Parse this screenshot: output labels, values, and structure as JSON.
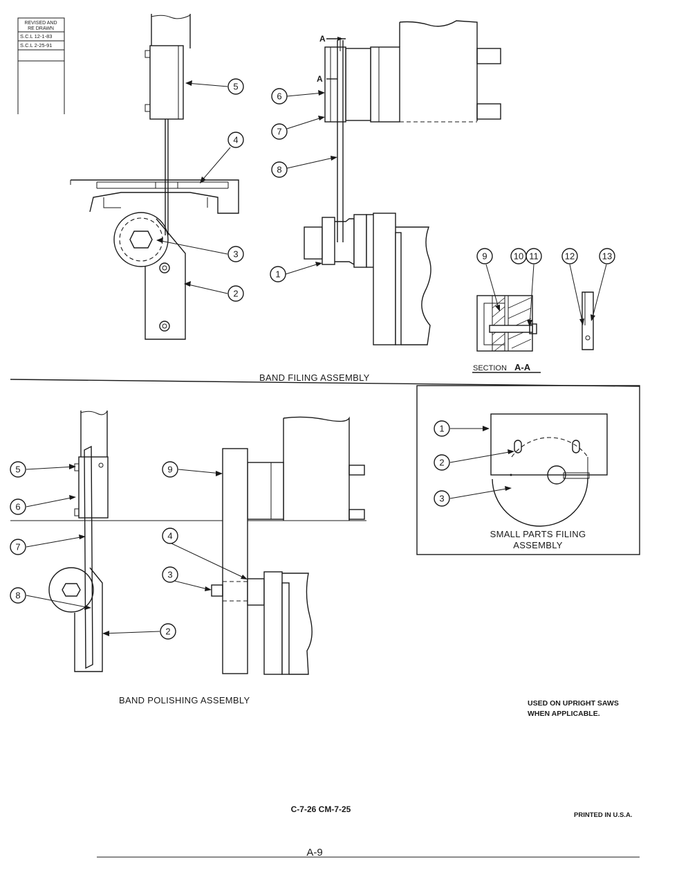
{
  "revision_block": {
    "line1": "REVISED AND",
    "line2": "RE DRAWN",
    "line3": "S.C.L 12-1-83",
    "line4": "S.C.L 2-25-91"
  },
  "band_filing": {
    "title": "BAND FILING ASSEMBLY",
    "section_label": "SECTION",
    "section_letters": "A-A",
    "cut_mark_top": "A",
    "cut_mark_bottom": "A",
    "callouts": [
      "1",
      "2",
      "3",
      "4",
      "5",
      "6",
      "7",
      "8",
      "9",
      "10",
      "11",
      "12",
      "13"
    ]
  },
  "band_polishing": {
    "title": "BAND POLISHING ASSEMBLY",
    "callouts": [
      "2",
      "3",
      "4",
      "5",
      "6",
      "7",
      "8",
      "9"
    ]
  },
  "small_parts": {
    "title_line1": "SMALL PARTS FILING",
    "title_line2": "ASSEMBLY",
    "callouts": [
      "1",
      "2",
      "3"
    ]
  },
  "notes": {
    "line1": "USED ON UPRIGHT SAWS",
    "line2": "WHEN APPLICABLE."
  },
  "footer": {
    "part_numbers": "C-7-26  CM-7-25",
    "printed": "PRINTED IN U.S.A.",
    "page": "A-9"
  }
}
